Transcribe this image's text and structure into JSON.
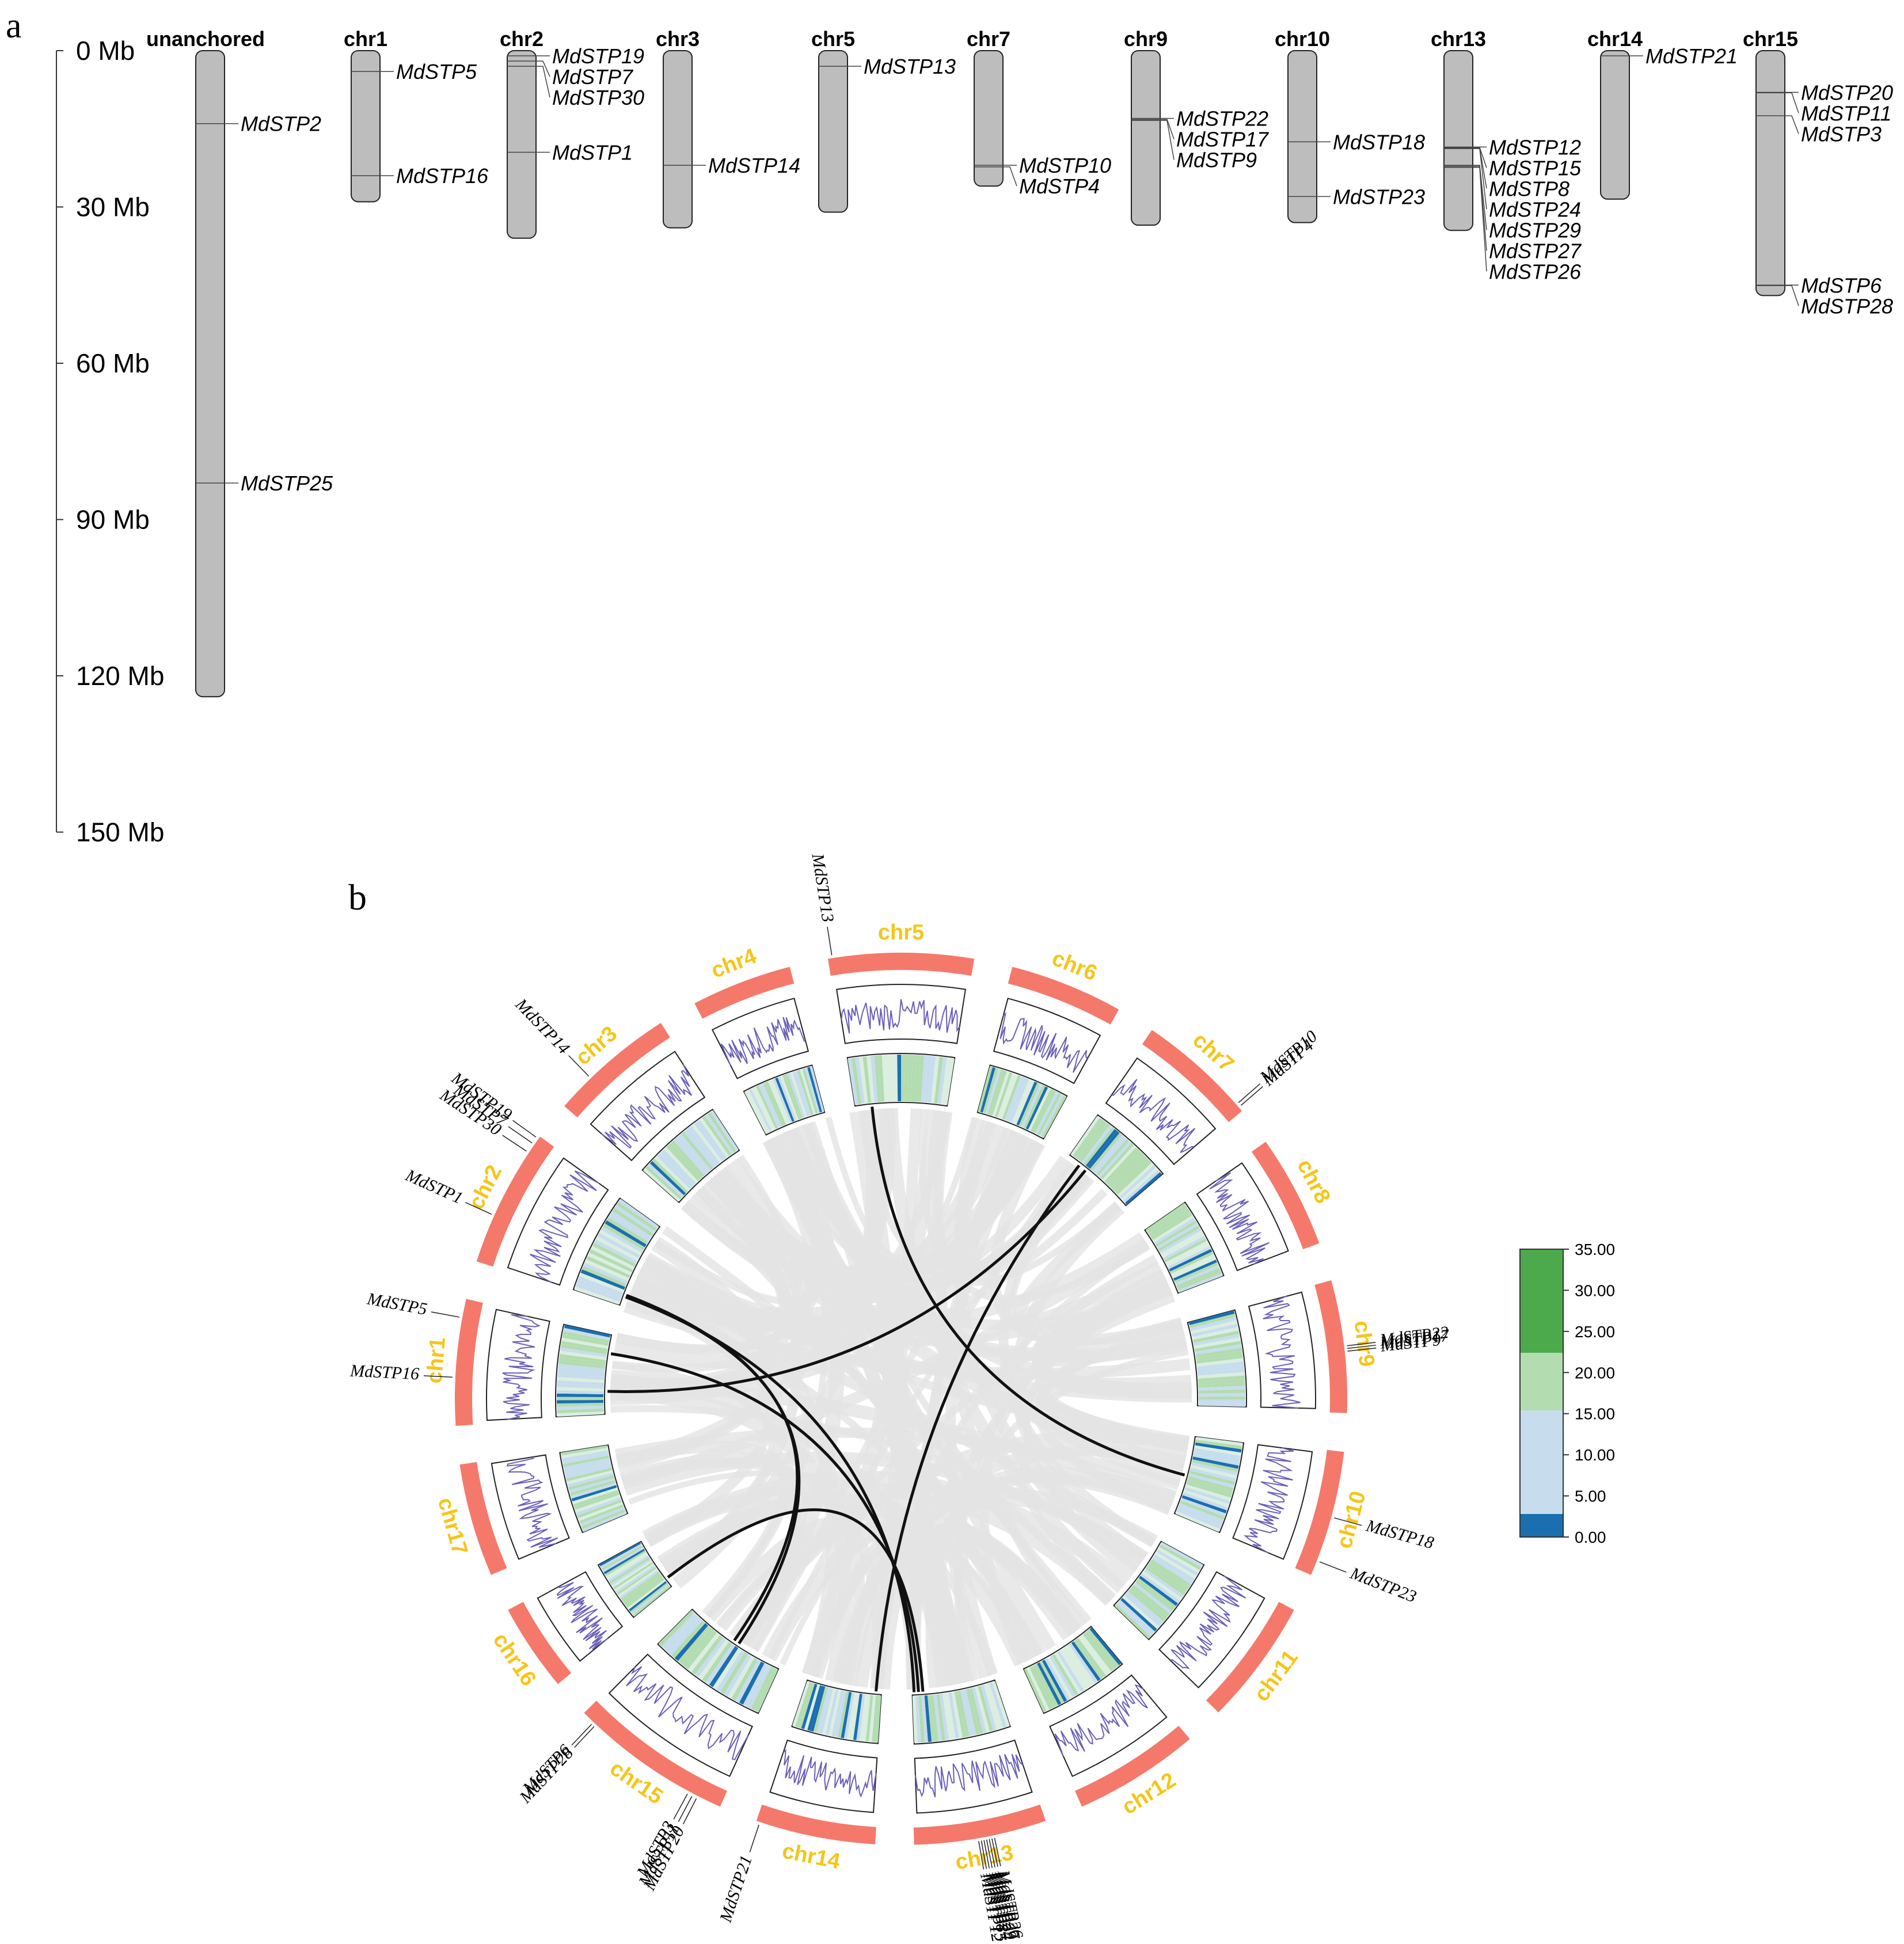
{
  "panel_a": {
    "label": "a",
    "axis_ticks": [
      "0 Mb",
      "30 Mb",
      "60 Mb",
      "90 Mb",
      "120 Mb",
      "150 Mb"
    ],
    "axis_max_mb": 150,
    "chromosomes": [
      {
        "name": "unanchored",
        "length_mb": 124,
        "genes": [
          {
            "name": "MdSTP2",
            "pos": 14
          },
          {
            "name": "MdSTP25",
            "pos": 83
          }
        ]
      },
      {
        "name": "chr1",
        "length_mb": 29,
        "genes": [
          {
            "name": "MdSTP5",
            "pos": 4
          },
          {
            "name": "MdSTP16",
            "pos": 24
          }
        ]
      },
      {
        "name": "chr2",
        "length_mb": 36,
        "genes": [
          {
            "name": "MdSTP19",
            "pos": 1
          },
          {
            "name": "MdSTP7",
            "pos": 2
          },
          {
            "name": "MdSTP30",
            "pos": 3
          },
          {
            "name": "MdSTP1",
            "pos": 19.5
          }
        ]
      },
      {
        "name": "chr3",
        "length_mb": 34,
        "genes": [
          {
            "name": "MdSTP14",
            "pos": 22
          }
        ]
      },
      {
        "name": "chr5",
        "length_mb": 31,
        "genes": [
          {
            "name": "MdSTP13",
            "pos": 3
          }
        ]
      },
      {
        "name": "chr7",
        "length_mb": 26,
        "genes": [
          {
            "name": "MdSTP10",
            "pos": 22
          },
          {
            "name": "MdSTP4",
            "pos": 22.3
          }
        ]
      },
      {
        "name": "chr9",
        "length_mb": 33.5,
        "genes": [
          {
            "name": "MdSTP22",
            "pos": 13
          },
          {
            "name": "MdSTP17",
            "pos": 13.2
          },
          {
            "name": "MdSTP9",
            "pos": 13.4
          }
        ]
      },
      {
        "name": "chr10",
        "length_mb": 33,
        "genes": [
          {
            "name": "MdSTP18",
            "pos": 17.5
          },
          {
            "name": "MdSTP23",
            "pos": 28
          }
        ]
      },
      {
        "name": "chr13",
        "length_mb": 34.5,
        "genes": [
          {
            "name": "MdSTP12",
            "pos": 18.5
          },
          {
            "name": "MdSTP15",
            "pos": 18.6
          },
          {
            "name": "MdSTP8",
            "pos": 18.7
          },
          {
            "name": "MdSTP24",
            "pos": 18.8
          },
          {
            "name": "MdSTP29",
            "pos": 22
          },
          {
            "name": "MdSTP27",
            "pos": 22.2
          },
          {
            "name": "MdSTP26",
            "pos": 22.4
          }
        ]
      },
      {
        "name": "chr14",
        "length_mb": 28.5,
        "genes": [
          {
            "name": "MdSTP21",
            "pos": 1
          }
        ]
      },
      {
        "name": "chr15",
        "length_mb": 47,
        "genes": [
          {
            "name": "MdSTP20",
            "pos": 8
          },
          {
            "name": "MdSTP11",
            "pos": 8.1
          },
          {
            "name": "MdSTP3",
            "pos": 12.5
          },
          {
            "name": "MdSTP6",
            "pos": 45
          },
          {
            "name": "MdSTP28",
            "pos": 45.1
          }
        ]
      }
    ]
  },
  "panel_b": {
    "label": "b",
    "chromosomes": [
      "chr1",
      "chr2",
      "chr3",
      "chr4",
      "chr5",
      "chr6",
      "chr7",
      "chr8",
      "chr9",
      "chr10",
      "chr11",
      "chr12",
      "chr13",
      "chr14",
      "chr15",
      "chr16",
      "chr17"
    ],
    "gene_labels": [
      {
        "name": "MdSTP16",
        "chr": "chr1",
        "frac": 0.38
      },
      {
        "name": "MdSTP5",
        "chr": "chr1",
        "frac": 0.85
      },
      {
        "name": "MdSTP1",
        "chr": "chr2",
        "frac": 0.35
      },
      {
        "name": "MdSTP30",
        "chr": "chr2",
        "frac": 0.86
      },
      {
        "name": "MdSTP7",
        "chr": "chr2",
        "frac": 0.93
      },
      {
        "name": "MdSTP19",
        "chr": "chr2",
        "frac": 0.98
      },
      {
        "name": "MdSTP14",
        "chr": "chr3",
        "frac": 0.3
      },
      {
        "name": "MdSTP13",
        "chr": "chr5",
        "frac": 0.03
      },
      {
        "name": "MdSTP10",
        "chr": "chr7",
        "frac": 0.93
      },
      {
        "name": "MdSTP4",
        "chr": "chr7",
        "frac": 0.96
      },
      {
        "name": "MdSTP22",
        "chr": "chr9",
        "frac": 0.5
      },
      {
        "name": "MdSTP17",
        "chr": "chr9",
        "frac": 0.52
      },
      {
        "name": "MdSTP9",
        "chr": "chr9",
        "frac": 0.54
      },
      {
        "name": "MdSTP18",
        "chr": "chr10",
        "frac": 0.52
      },
      {
        "name": "MdSTP23",
        "chr": "chr10",
        "frac": 0.88
      },
      {
        "name": "MdSTP12",
        "chr": "chr13",
        "frac": 0.52
      },
      {
        "name": "MdSTP15",
        "chr": "chr13",
        "frac": 0.5
      },
      {
        "name": "MdSTP8",
        "chr": "chr13",
        "frac": 0.48
      },
      {
        "name": "MdSTP24",
        "chr": "chr13",
        "frac": 0.46
      },
      {
        "name": "MdSTP29",
        "chr": "chr13",
        "frac": 0.44
      },
      {
        "name": "MdSTP27",
        "chr": "chr13",
        "frac": 0.42
      },
      {
        "name": "MdSTP26",
        "chr": "chr13",
        "frac": 0.4
      },
      {
        "name": "MdSTP21",
        "chr": "chr14",
        "frac": 0.97
      },
      {
        "name": "MdSTP3",
        "chr": "chr15",
        "frac": 0.21
      },
      {
        "name": "MdSTP11",
        "chr": "chr15",
        "frac": 0.18
      },
      {
        "name": "MdSTP20",
        "chr": "chr15",
        "frac": 0.15
      },
      {
        "name": "MdSTP6",
        "chr": "chr15",
        "frac": 0.92
      },
      {
        "name": "MdSTP28",
        "chr": "chr15",
        "frac": 0.9
      }
    ],
    "links": [
      {
        "from": "chr1",
        "from_frac": 0.3,
        "to": "chr7",
        "to_frac": 0.3
      },
      {
        "from": "chr1",
        "from_frac": 0.75,
        "to": "chr13",
        "to_frac": 0.9
      },
      {
        "from": "chr2",
        "from_frac": 0.15,
        "to": "chr15",
        "to_frac": 0.5
      },
      {
        "from": "chr2",
        "from_frac": 0.14,
        "to": "chr15",
        "to_frac": 0.45
      },
      {
        "from": "chr2",
        "from_frac": 0.13,
        "to": "chr13",
        "to_frac": 0.95
      },
      {
        "from": "chr5",
        "from_frac": 0.2,
        "to": "chr10",
        "to_frac": 0.5
      },
      {
        "from": "chr7",
        "from_frac": 0.2,
        "to": "chr14",
        "to_frac": 0.1
      },
      {
        "from": "chr16",
        "from_frac": 0.2,
        "to": "chr13",
        "to_frac": 0.85
      }
    ],
    "legend": {
      "ticks": [
        "35.00",
        "30.00",
        "25.00",
        "20.00",
        "15.00",
        "10.00",
        "5.00",
        "0.00"
      ],
      "colors": {
        "high": "#4caa4c",
        "mid_high": "#b3dcb0",
        "mid": "#c7dded",
        "low": "#1b6fb0"
      }
    },
    "colors": {
      "chromosome_band": "#f4796b",
      "chromosome_label": "#f5c518",
      "density_line": "#6a5fb8",
      "link": "#111111",
      "background_link": "#e4e4e4"
    }
  }
}
